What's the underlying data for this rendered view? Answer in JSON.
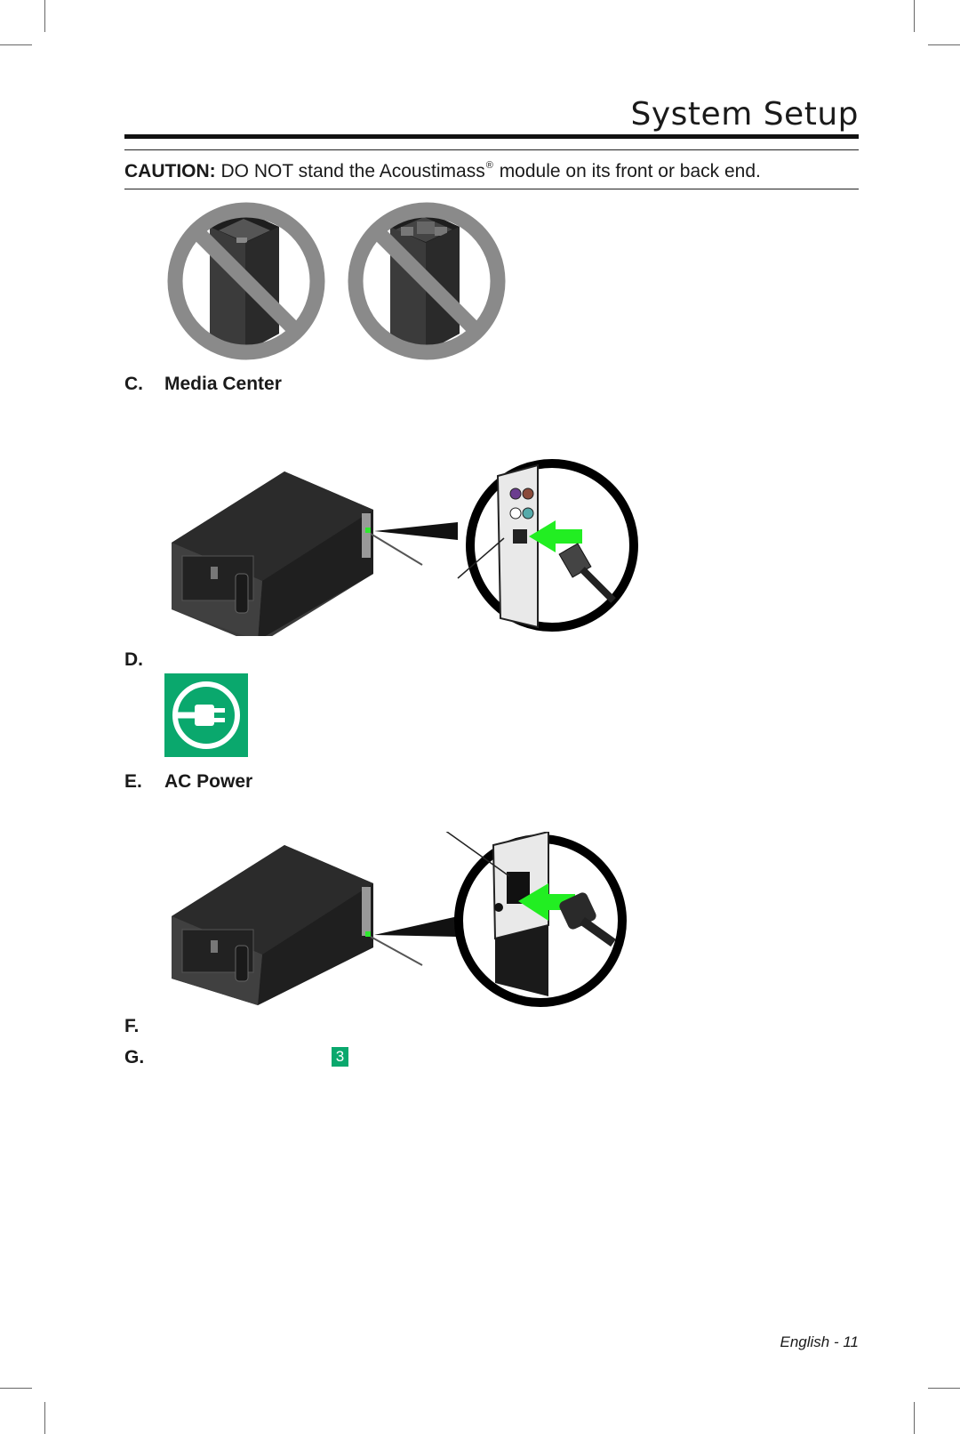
{
  "header": {
    "title": "System Setup"
  },
  "caution": {
    "label": "CAUTION:",
    "text_before": "DO NOT stand the Acoustimass",
    "reg": "®",
    "text_after": "module on its front or back end."
  },
  "items": [
    {
      "letter": "C.",
      "label": "Media Center"
    },
    {
      "letter": "D.",
      "label": ""
    },
    {
      "letter": "E.",
      "label": "AC Power"
    },
    {
      "letter": "F.",
      "label": ""
    },
    {
      "letter": "G.",
      "label": ""
    }
  ],
  "step_badge": "3",
  "footer": {
    "text": "English - 11"
  },
  "colors": {
    "accent_green": "#0aa86d",
    "prohibit_gray": "#8a8a8a",
    "arrow_green": "#22ee22"
  },
  "icons": [
    "prohibited-front-icon",
    "prohibited-back-icon",
    "power-plug-icon"
  ]
}
